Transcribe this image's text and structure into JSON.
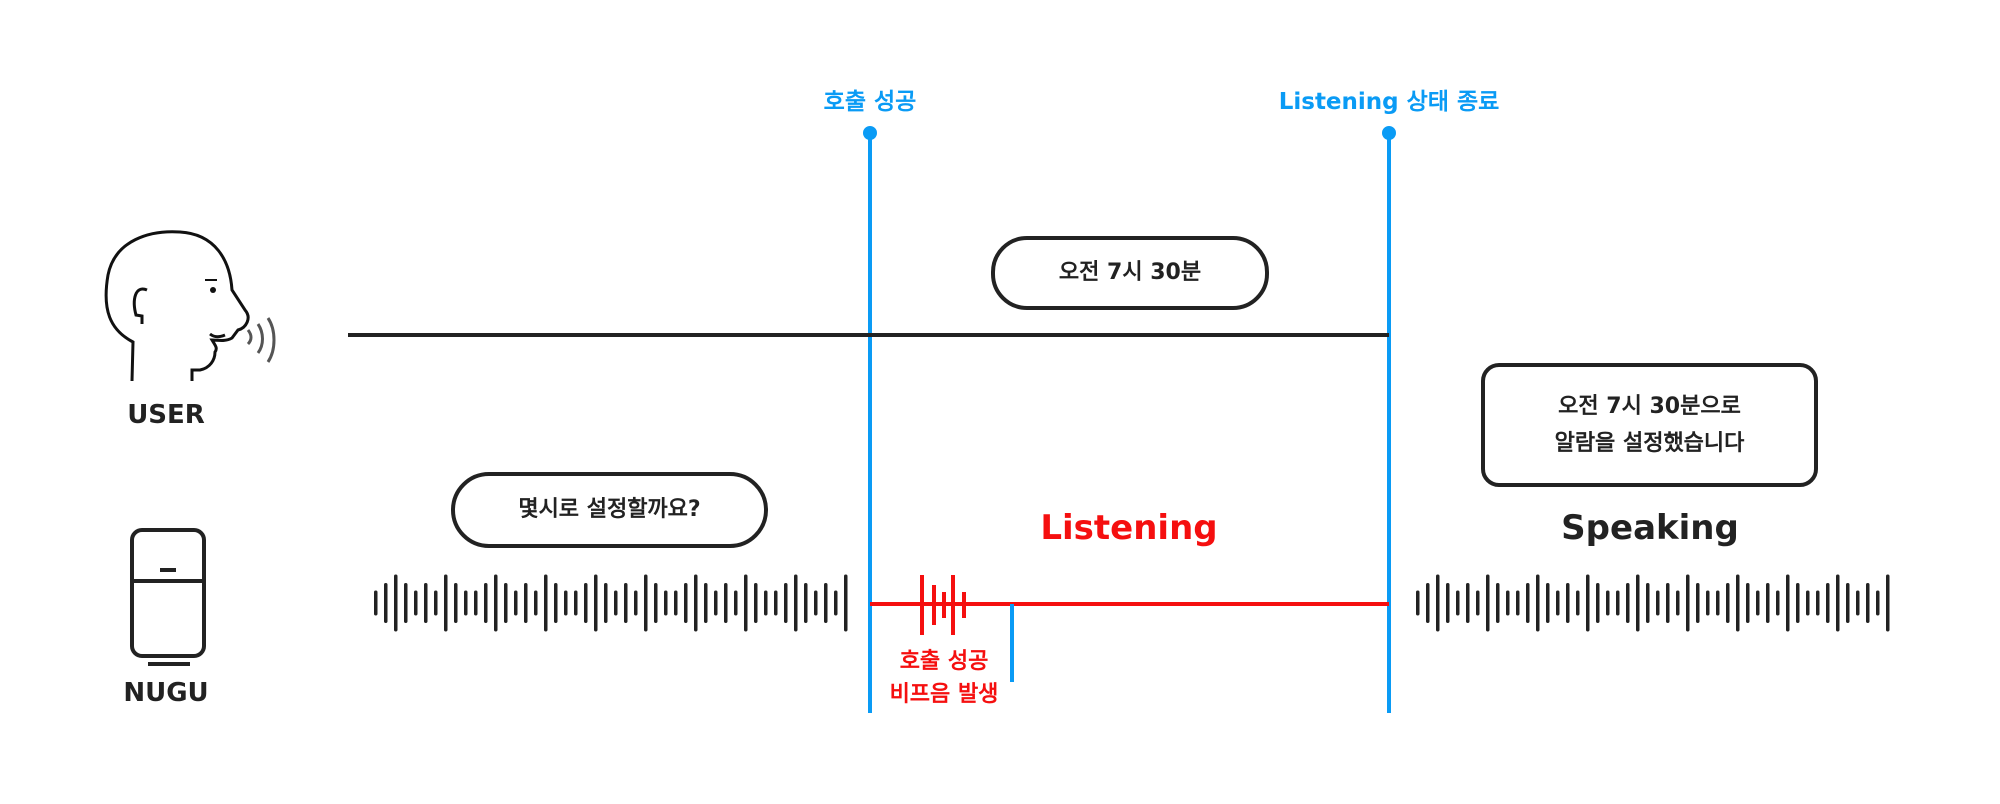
{
  "markers": {
    "call_success": "호출 성공",
    "listening_end": "Listening 상태 종료"
  },
  "actors": {
    "user": "USER",
    "nugu": "NUGU"
  },
  "bubbles": {
    "user_utterance": "오전 7시 30분",
    "nugu_question": "몇시로 설정할까요?",
    "nugu_response_line1": "오전 7시 30분으로",
    "nugu_response_line2": "알람을 설정했습니다"
  },
  "states": {
    "listening": "Listening",
    "speaking": "Speaking"
  },
  "beep_note": {
    "line1": "호출 성공",
    "line2": "비프음 발생"
  },
  "colors": {
    "marker": "#0a9bf5",
    "listening": "#f50f0f",
    "ink": "#222222"
  }
}
